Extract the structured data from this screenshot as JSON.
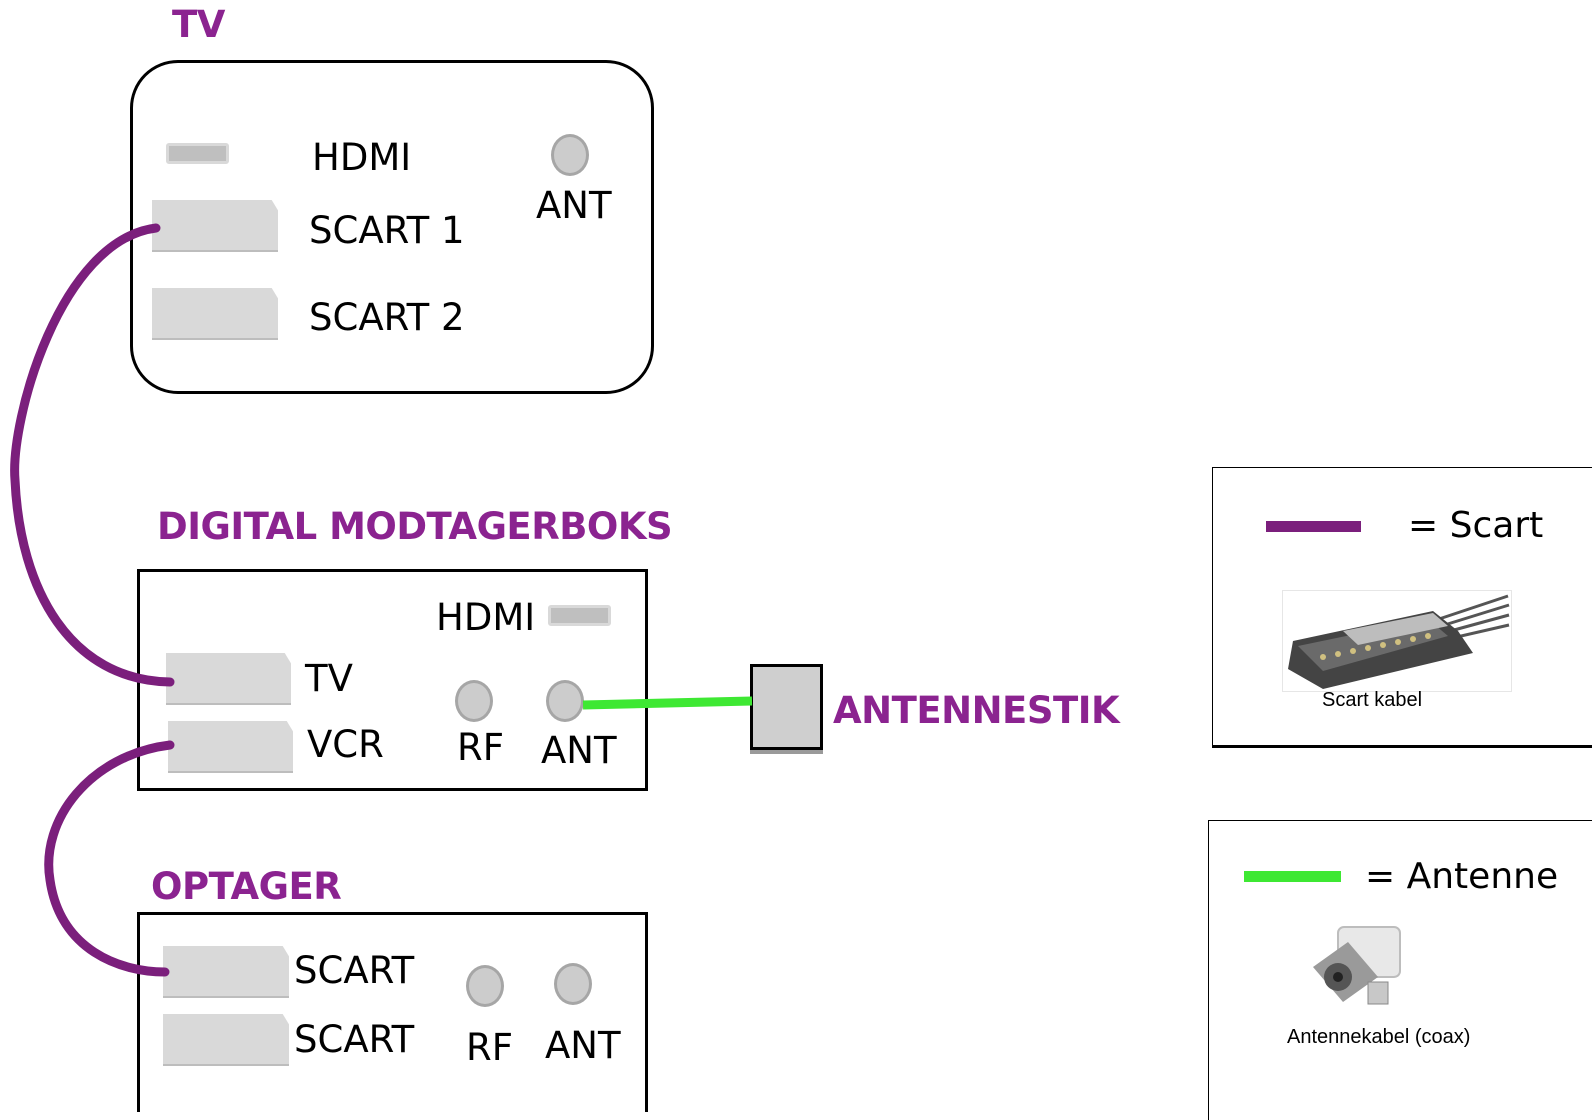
{
  "tv": {
    "heading": "TV",
    "hdmi_label": "HDMI",
    "ant_label": "ANT",
    "scart1_label": "SCART 1",
    "scart2_label": "SCART 2"
  },
  "receiver": {
    "heading": "DIGITAL MODTAGERBOKS",
    "hdmi_label": "HDMI",
    "tv_label": "TV",
    "vcr_label": "VCR",
    "rf_label": "RF",
    "ant_label": "ANT"
  },
  "recorder": {
    "heading": "OPTAGER",
    "scart1_label": "SCART",
    "scart2_label": "SCART",
    "rf_label": "RF",
    "ant_label": "ANT"
  },
  "antenna_socket": {
    "label": "ANTENNESTIK"
  },
  "legend": {
    "scart": {
      "text": "= Scart",
      "caption": "Scart kabel",
      "color": "#7b1f7c"
    },
    "antenna": {
      "text": "= Antenne",
      "caption": "Antennekabel (coax)",
      "color": "#3ee833"
    }
  },
  "colors": {
    "heading": "#8b2390",
    "scart_cable": "#7b1f7c",
    "antenna_cable": "#3ee833",
    "port_fill": "#d9d9d9"
  }
}
